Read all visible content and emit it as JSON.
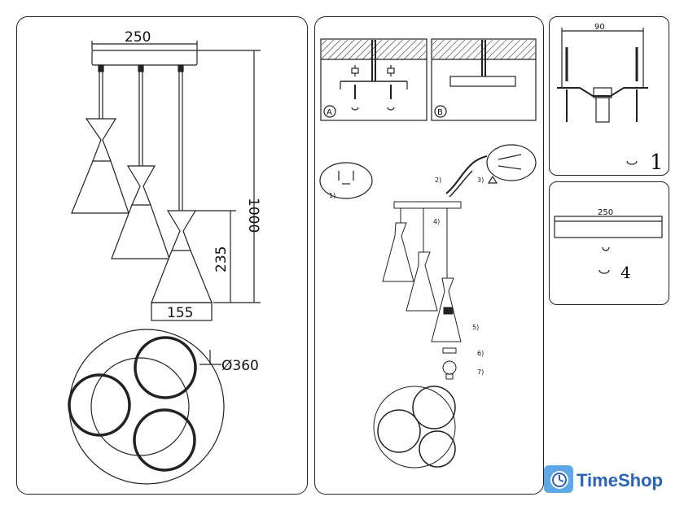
{
  "dimensions": {
    "canopy_width": "250",
    "total_height": "1000",
    "shade_height": "235",
    "shade_width": "155",
    "canopy_diameter": "Ø360",
    "bracket_width": "90",
    "canopy_width_small": "250"
  },
  "install_steps": {
    "variant_a": "A",
    "variant_b": "B",
    "step_1_left": "1)",
    "step_2": "2)",
    "step_3": "3)",
    "step_4": "4)",
    "step_5": "5)",
    "step_6": "6)",
    "step_7": "7)",
    "bracket_step": "1",
    "canopy_step": "4"
  },
  "brand": {
    "name": "TimeShop"
  },
  "colors": {
    "line": "#222222",
    "hatch": "#333333",
    "brand_blue": "#2a63b8",
    "brand_light": "#5fa8e8"
  }
}
